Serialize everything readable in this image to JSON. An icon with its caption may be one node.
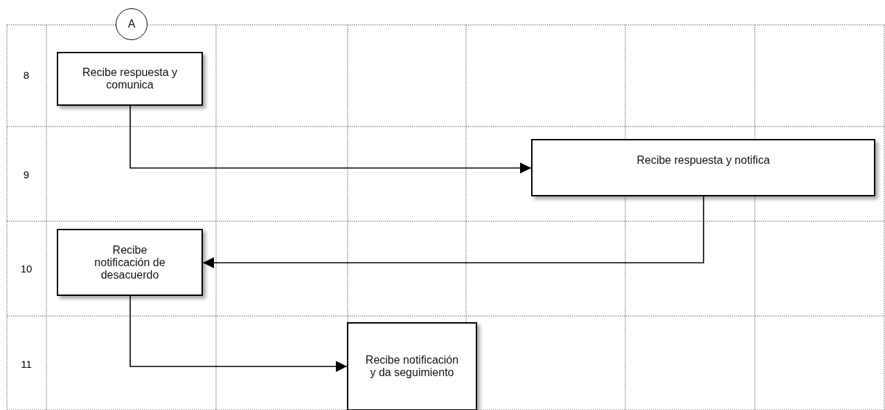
{
  "diagram": {
    "nodes": [
      {
        "text": [
          "A"
        ]
      },
      {
        "text": [
          "Recibe respuesta y comunica"
        ]
      },
      {
        "text": [
          "Recibe respuesta y notifica"
        ]
      },
      {
        "text": [
          "Recibe notificación de desacuerdo"
        ]
      },
      {
        "text": [
          "Recibe notificación y da seguimiento"
        ]
      }
    ],
    "edges": [
      {
        "from": 1,
        "to": 2,
        "arrow": "to"
      },
      {
        "from": 2,
        "to": 3,
        "arrow": "to"
      },
      {
        "from": 3,
        "to": 4,
        "arrow": "to"
      }
    ],
    "labels": [
      "8",
      "9",
      "10",
      "11"
    ]
  }
}
